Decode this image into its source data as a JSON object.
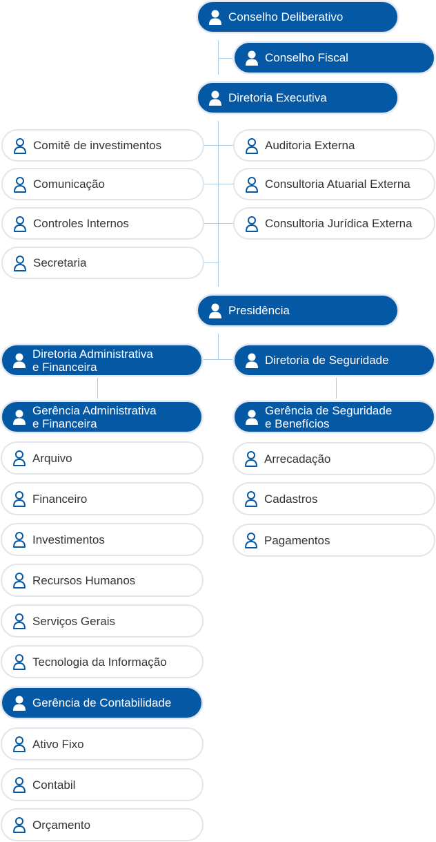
{
  "colors": {
    "primary": "#0558a4",
    "outline": "#e2e5e9",
    "connector": "#a9cde6"
  },
  "icons": {
    "filled": "user-filled-icon",
    "outline": "user-outline-icon"
  },
  "nodes": {
    "conselho_deliberativo": "Conselho Deliberativo",
    "conselho_fiscal": "Conselho Fiscal",
    "diretoria_executiva": "Diretoria Executiva",
    "comite_investimentos": "Comitê de investimentos",
    "comunicacao": "Comunicação",
    "controles_internos": "Controles Internos",
    "secretaria": "Secretaria",
    "auditoria_externa": "Auditoria Externa",
    "consultoria_atuarial": "Consultoria Atuarial Externa",
    "consultoria_juridica": "Consultoria Jurídica Externa",
    "presidencia": "Presidência",
    "diretoria_adm_fin": "Diretoria Administrativa\ne Financeira",
    "diretoria_seguridade": "Diretoria de Seguridade",
    "gerencia_adm_fin": "Gerência Administrativa\ne Financeira",
    "gerencia_seguridade": "Gerência de Seguridade\ne Benefícios",
    "arquivo": "Arquivo",
    "financeiro": "Financeiro",
    "investimentos": "Investimentos",
    "recursos_humanos": "Recursos Humanos",
    "servicos_gerais": "Serviços Gerais",
    "tecnologia_informacao": "Tecnologia da Informação",
    "gerencia_contabilidade": "Gerência de Contabilidade",
    "ativo_fixo": "Ativo Fixo",
    "contabil": "Contabil",
    "orcamento": "Orçamento",
    "arrecadacao": "Arrecadação",
    "cadastros": "Cadastros",
    "pagamentos": "Pagamentos"
  }
}
